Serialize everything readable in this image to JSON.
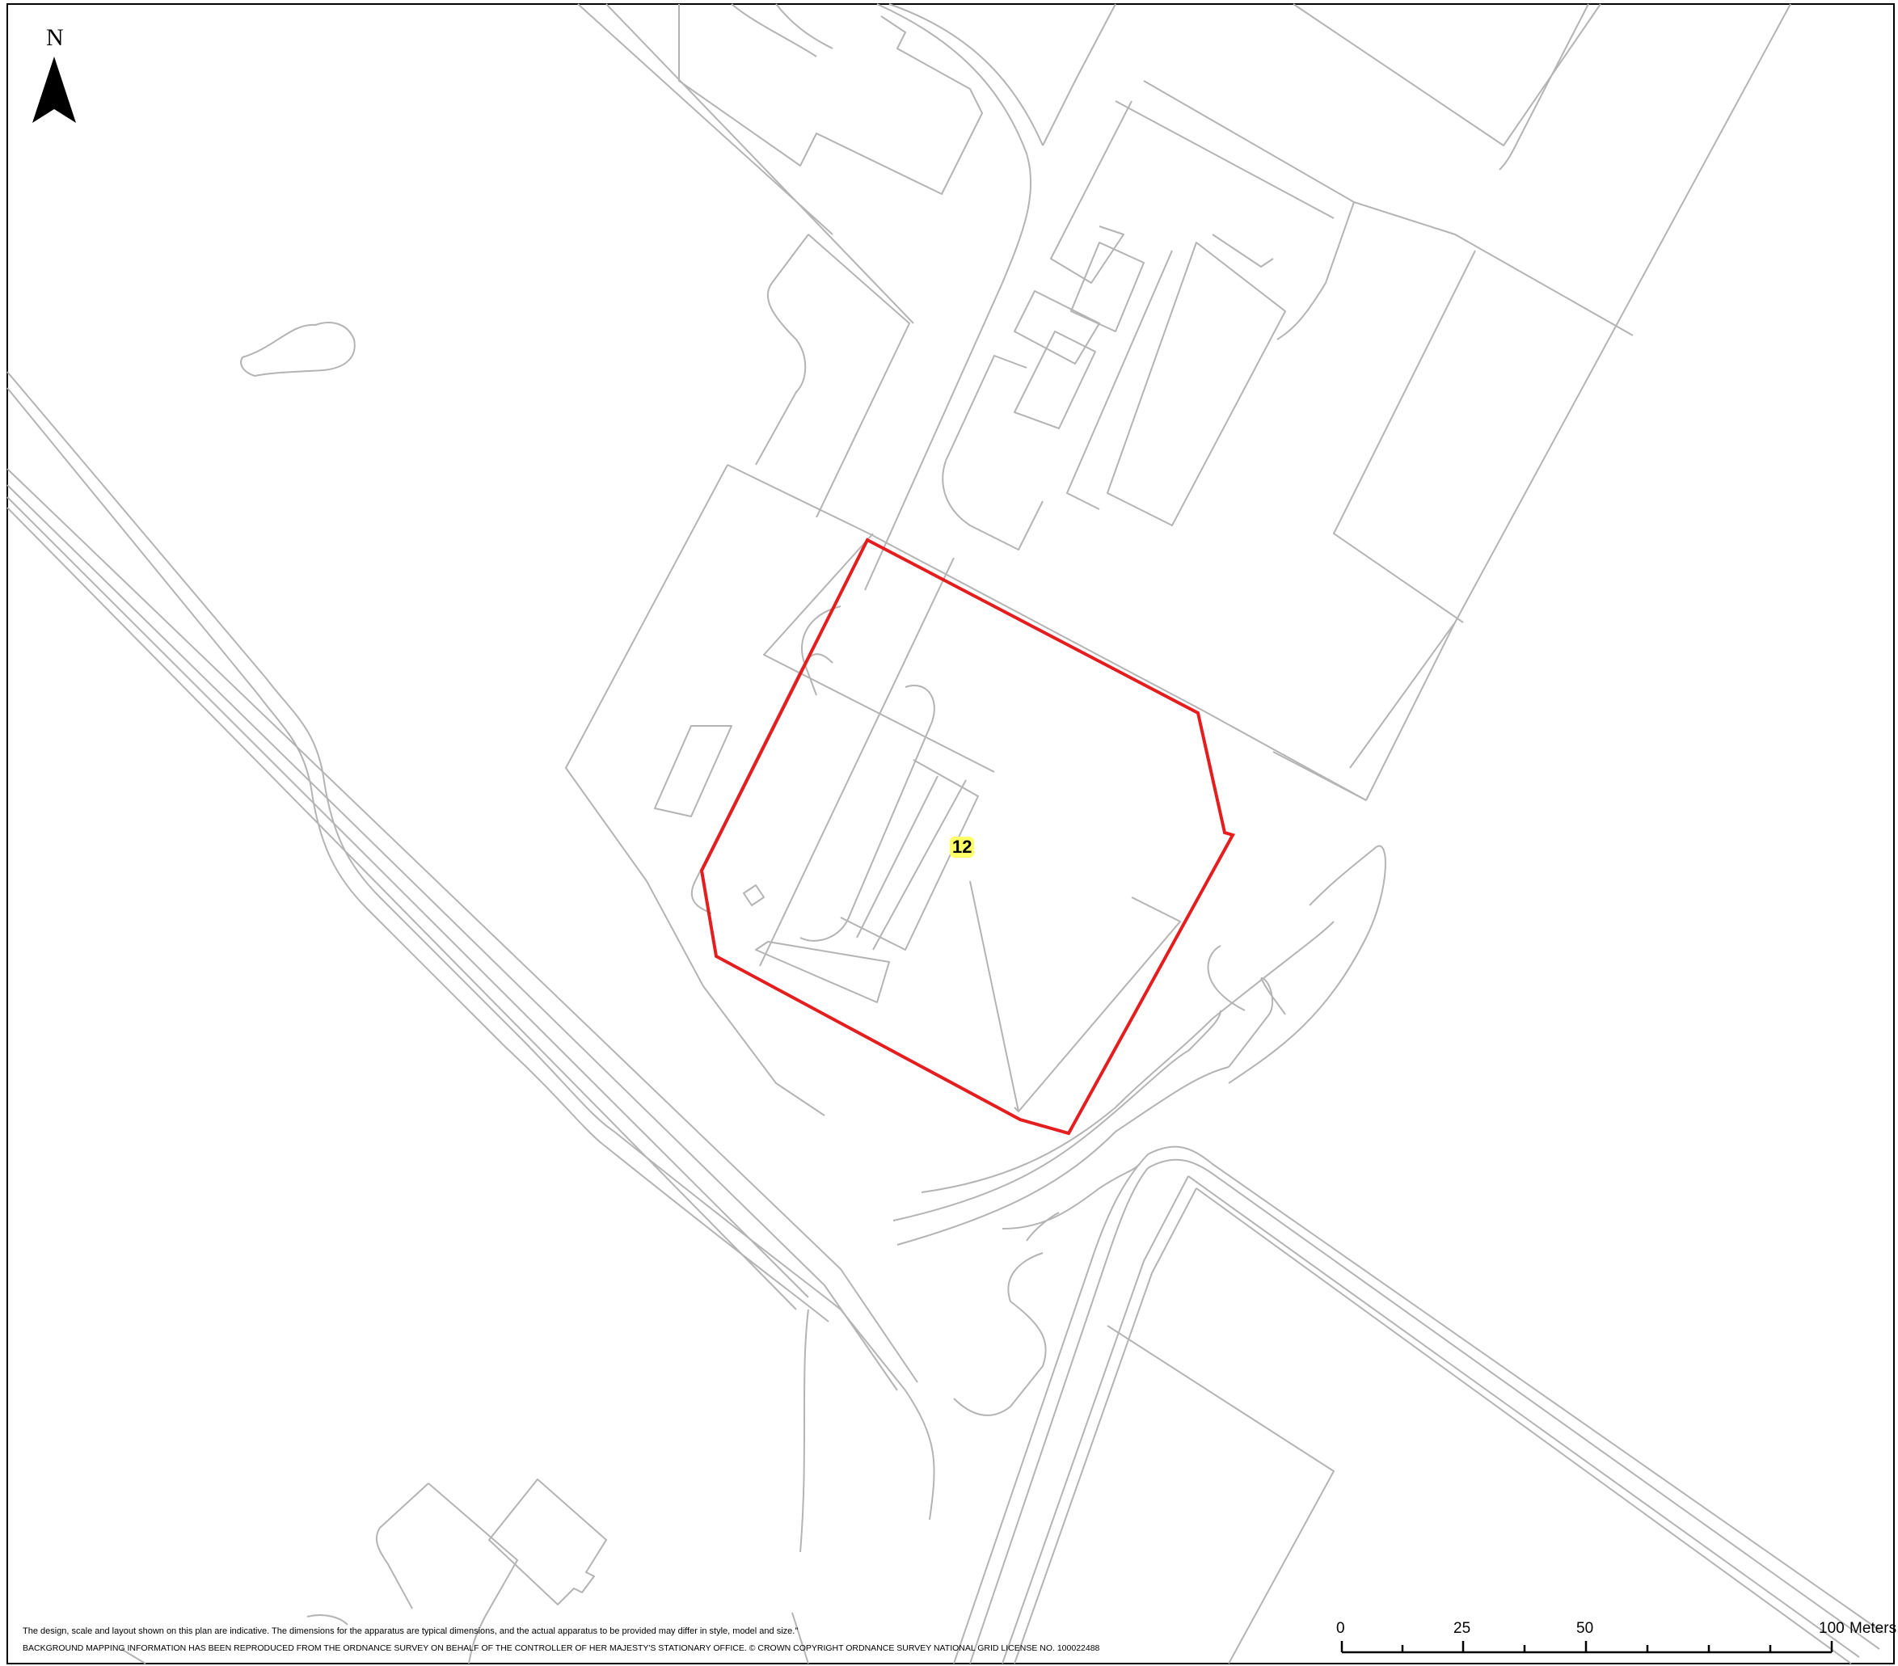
{
  "map": {
    "north_label": "N",
    "site_label": "12",
    "colors": {
      "boundary": "#e41e1e",
      "background_lines": "#b4b4b4",
      "label_highlight": "#ffff66"
    },
    "icons": [
      "north-arrow-icon"
    ]
  },
  "footer": {
    "disclaimer": "The design, scale and layout shown on this plan are indicative. The dimensions for the apparatus are typical dimensions, and the actual apparatus to be provided may differ in style, model and size.\"",
    "copyright": "BACKGROUND MAPPING INFORMATION HAS BEEN REPRODUCED FROM THE ORDNANCE SURVEY ON BEHALF OF THE CONTROLLER OF HER MAJESTY'S STATIONARY OFFICE. © CROWN COPYRIGHT ORDNANCE SURVEY NATIONAL GRID LICENSE NO. 100022488"
  },
  "scale_bar": {
    "ticks": [
      "0",
      "25",
      "50",
      "100"
    ],
    "unit": "Meters"
  }
}
